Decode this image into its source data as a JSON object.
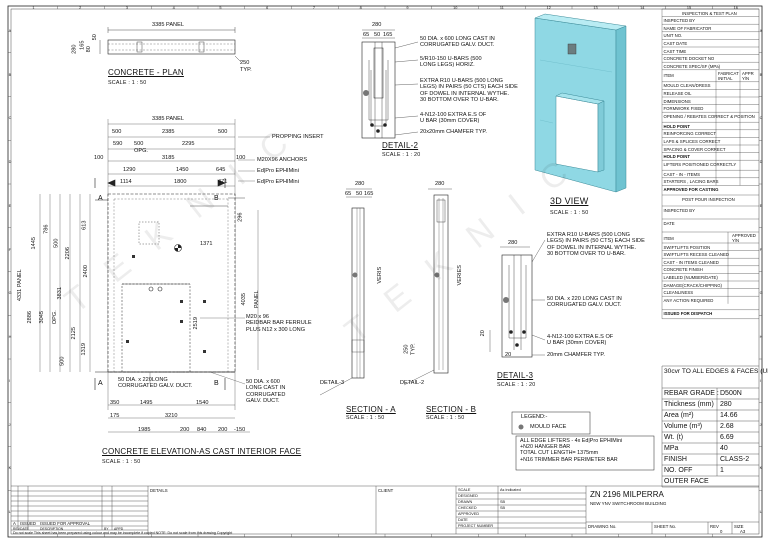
{
  "grid": {
    "top": [
      "1",
      "2",
      "3",
      "4",
      "5",
      "6",
      "7",
      "8",
      "9",
      "10",
      "11",
      "12",
      "13",
      "14",
      "15",
      "16"
    ],
    "side": [
      "A",
      "B",
      "C",
      "D",
      "E",
      "F",
      "G",
      "H",
      "I",
      "J",
      "K",
      "L"
    ]
  },
  "plan": {
    "title": "CONCRETE - PLAN",
    "scale": "SCALE : 1 : 50",
    "panel": "3385 PANEL",
    "d80": "80",
    "d50": "50",
    "d280": "280",
    "d165": "165",
    "d250": "250",
    "typ": "TYP."
  },
  "elevation": {
    "title": "CONCRETE ELEVATION-AS CAST INTERIOR FACE",
    "scale": "SCALE : 1 : 50",
    "panel": "3385 PANEL",
    "d500a": "500",
    "d2385": "2385",
    "d500b": "500",
    "d590": "590",
    "d500c": "500",
    "d2295": "2295",
    "opg": "OPG.",
    "d100a": "100",
    "d3185": "3185",
    "d100b": "100",
    "d1290": "1290",
    "d1450": "1450",
    "d645": "645",
    "d1114": "1114",
    "d1800": "1800",
    "d471": "471",
    "d613": "613",
    "d786": "786",
    "d500d": "500",
    "d2206": "2206",
    "d1445": "1445",
    "d2400": "2400",
    "d4331": "4331 PANEL",
    "d2886": "2886",
    "d3045": "3045",
    "opg2": "OPG.",
    "d3831": "3831",
    "d2125": "2125",
    "d1319": "1319",
    "d500e": "500",
    "d296": "296",
    "d1371": "1371",
    "d2519": "2519",
    "d4035": "4035",
    "panel2": "PANEL",
    "d350": "350",
    "d1495": "1495",
    "d1540": "1540",
    "d175": "175",
    "d3210": "3210",
    "d1985": "1985",
    "d200": "200",
    "d840": "840",
    "d200b": "200",
    "d150": "-150",
    "marks": [
      "A",
      "B",
      "A",
      "B"
    ],
    "propping": "PROPPING INSERT",
    "anchors": "M20X96 ANCHORS",
    "ephi1": "Ed|Pro EPHIMini",
    "ephi2": "Ed|Pro EPHIMini",
    "reidbar": "M20 x 96\nREIDBAR BAR FERRULE\nPLUS N12 x 300 LONG",
    "duct1": "50 DIA. x 220LONG\nCORRUGATED GALV. DUCT.",
    "duct2": "50 DIA. x 600\nLONG CAST IN\nCORRUGATED\nGALV. DUCT."
  },
  "detail2": {
    "title": "DETAIL-2",
    "scale": "SCALE : 1 : 20",
    "d280": "280",
    "d65": "65",
    "d50": "50",
    "d165": "165",
    "n1": "50 DIA. x 600 LONG CAST IN\nCORRUGATED GALV. DUCT.",
    "n2": "5/R10-150 U-BARS (500\nLONG LEGS) HORIZ.",
    "n3": "EXTRA R10 U-BARS (500 LONG\nLEGS) IN PAIRS (50 CTS) EACH SIDE\nOF DOWEL IN INTERNAL WYTHE.\n30 BOTTOM OVER TO U-BAR.",
    "n4": "4-N12-100 EXTRA E.S OF\nU BAR (30mm COVER)",
    "n5": "20x20mm CHAMFER TYP."
  },
  "view3d": {
    "title": "3D VIEW",
    "scale": "SCALE : 1 : 50"
  },
  "sectionA": {
    "title": "SECTION - A",
    "scale": "SCALE : 1 : 50",
    "d280": "280",
    "d65": "65",
    "d50": "50",
    "d165": "165",
    "d250": "250",
    "typ": "TYP.",
    "veris": "VERIS",
    "detail3": "DETAIL-3"
  },
  "sectionB": {
    "title": "SECTION - B",
    "scale": "SCALE : 1 : 50",
    "d280": "280",
    "veries": "VERIES",
    "detail2": "DETAIL-2"
  },
  "detail3": {
    "title": "DETAIL-3",
    "scale": "SCALE : 1 : 20",
    "d280": "280",
    "d20a": "20",
    "d20b": "20",
    "n1": "EXTRA R10 U-BARS (500 LONG\nLEGS) IN PAIRS (50 CTS) EACH SIDE\nOF DOWEL IN INTERNAL WYTHE.\n30 BOTTOM OVER TO U-BAR.",
    "n2": "50 DIA. x 220 LONG CAST IN\nCORRUGATED GALV. DUCT.",
    "n3": "4-N12-100 EXTRA E.S OF\nU BAR (30mm COVER)",
    "n4": "20mm CHAMFER TYP."
  },
  "legend": {
    "title": "LEGEND:-",
    "item": "MOULD FACE"
  },
  "edgeNote": "ALL EDGE LIFTERS - 4x Ed|Pro EPHIMini\n+N20 HANGER BAR\nTOTAL CUT LENGTH= 1375mm\n+N16 TRIMMER BAR PERIMETER BAR",
  "inspection": {
    "header": "INSPECTION & TEST PLAN",
    "rows": [
      "INSPECTED BY",
      "NAME OF FABRICATOR",
      "UNIT NO.",
      "CAST DATE",
      "CAST TIME",
      "CONCRETE DOCKET NO",
      "CONCRETE SPEC/SF (MPa)"
    ],
    "colItem": "ITEM",
    "colFab": "FABRICAT INITIAL",
    "colAppr": "APPR Y/N",
    "items": [
      "MOULD CLEAN/DRESS",
      "RELEASE OIL",
      "DIMENSIONS",
      "FORMWORK FIXED",
      "OPENING / REBATES CORRECT & POSITION"
    ],
    "hold1": "HOLD POINT",
    "items2": [
      "REINFORCING CORRECT",
      "LAPS & SPLICES CORRECT",
      "SPACING & COVER CORRECT"
    ],
    "hold2": "HOLD POINT",
    "items3": [
      "LIFTERS POSITIONED CORRECTLY",
      "CAST - IN - ITEMS",
      "STARTERS , LACING BARS"
    ],
    "approved": "APPROVED FOR CASTING",
    "postHeader": "POST POUR INSPECTION",
    "postRows": [
      "INSPECTED BY",
      "DATE"
    ],
    "postColItem": "ITEM",
    "postColAppr": "APPROVED Y/N",
    "postItems": [
      "SWIFTLIFTS POSITION",
      "SWIFTLIFTS RECESS CLEANED",
      "CAST - IN ITEMS CLEANED",
      "CONCRETE FINISH",
      "LABELED (NUMBER/DATE)",
      "DAMAGE(CRACK/CHIPPING)",
      "CLEANLINESS",
      "ANY ACTION REQUIRED"
    ],
    "dispatch": "ISSUED FOR DISPATCH"
  },
  "spec": {
    "cover": "30cvr TO ALL EDGES &\nFACES (UNO)",
    "rows": [
      {
        "k": "REBAR GRADE :",
        "v": "D500N"
      },
      {
        "k": "Thickness (mm)",
        "v": "280"
      },
      {
        "k": "Area (m²)",
        "v": "14.66"
      },
      {
        "k": "Volume (m³)",
        "v": "2.68"
      },
      {
        "k": "Wt. (t)",
        "v": "6.69"
      },
      {
        "k": "MPa",
        "v": "40"
      },
      {
        "k": "FINISH",
        "v": "CLASS-2"
      },
      {
        "k": "NO. OFF",
        "v": "1"
      },
      {
        "k": "OUTER FACE",
        "v": ""
      }
    ]
  },
  "titleBlock": {
    "project": "ZN 2196 MILPERRA",
    "subtitle": "NEW YNV SWITCHROOM BUILDING",
    "details": "DETAILS",
    "client": "CLIENT",
    "labels": [
      "SCALE",
      "DESIGNED",
      "DRAWN",
      "CHECKED",
      "APPROVED",
      "DATE",
      "PROJECT NUMBER"
    ],
    "values": [
      "As indicated",
      "",
      "SB",
      "SB",
      "",
      "",
      ""
    ],
    "drawingNo": "DRAWING No.",
    "sheetNo": "SHEET No.",
    "rev": "REV",
    "size": "SIZE",
    "sizeVal": "A3",
    "revA": "A",
    "revAdesc": "ISSUED FOR APPROVAL",
    "revNo": "0",
    "issue": "ISSUED",
    "revCols": [
      "REV",
      "DATE",
      "DESCRIPTION",
      "BY",
      "APPD"
    ],
    "footer": "Do not scale   This sheet has been prepared using colour and may be incomplete if copied   NOTE: Do not scale from this drawing   Copyright"
  },
  "watermark": "T E K N I C"
}
